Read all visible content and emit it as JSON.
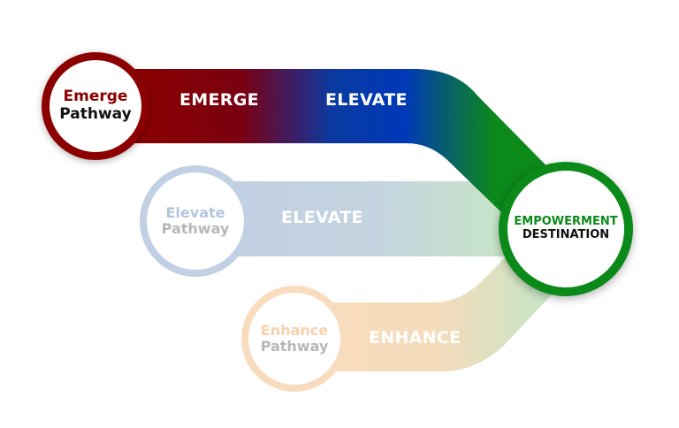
{
  "colors": {
    "emerge": "#8b0000",
    "elevate": "#0038b8",
    "destination": "#0b8a1a",
    "elevate_faded": "#c1d0e2",
    "enhance_faded": "#f9dcbd",
    "faded_text": "#b8b8b8",
    "dark_text": "#111111"
  },
  "pathways": [
    {
      "name": "emerge",
      "circle_line1": "Emerge",
      "circle_line2": "Pathway",
      "band_labels": [
        "EMERGE",
        "ELEVATE"
      ]
    },
    {
      "name": "elevate",
      "circle_line1": "Elevate",
      "circle_line2": "Pathway",
      "band_labels": [
        "ELEVATE"
      ]
    },
    {
      "name": "enhance",
      "circle_line1": "Enhance",
      "circle_line2": "Pathway",
      "band_labels": [
        "ENHANCE"
      ]
    }
  ],
  "destination": {
    "line1": "EMPOWERMENT",
    "line2": "DESTINATION"
  }
}
